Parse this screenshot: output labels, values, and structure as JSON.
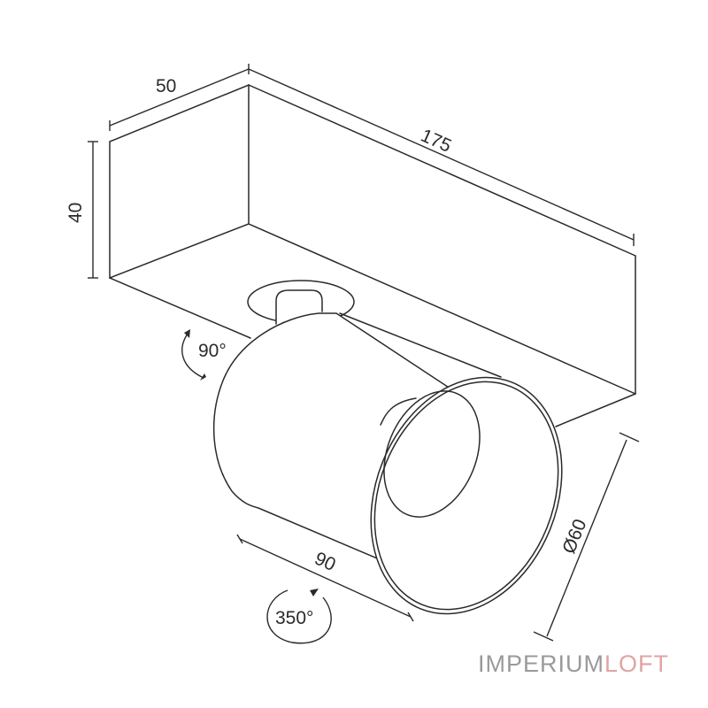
{
  "drawing": {
    "subject": "surface-mounted rotating spotlight on rectangular base",
    "dimensions": {
      "base_width": "50",
      "base_length": "175",
      "base_height": "40",
      "cylinder_length": "90",
      "cylinder_diameter": "Ø60"
    },
    "rotation": {
      "tilt": "90°",
      "swivel": "350°"
    },
    "colors": {
      "line": "#2a2a2a",
      "brand_primary": "#9a9a9a",
      "brand_accent": "#e2a3a3"
    }
  },
  "brand": {
    "part1": "IMPERIUM",
    "part2": "LOFT"
  }
}
